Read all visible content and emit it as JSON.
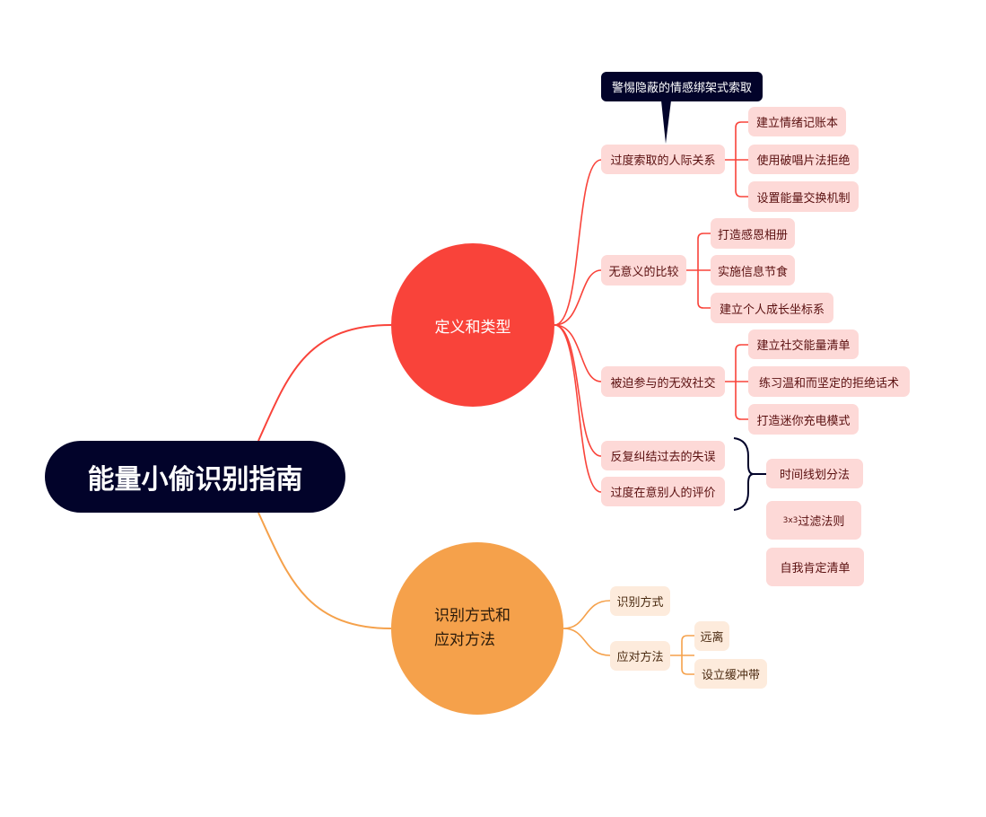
{
  "root": {
    "label": "能量小偷识别指南"
  },
  "branches": [
    {
      "label": "定义和类型",
      "color": "#f9433a",
      "children": [
        {
          "label": "过度索取的人际关系",
          "callout": "警惕隐蔽的情感绑架式索取",
          "children": [
            "建立情绪记账本",
            "使用破唱片法拒绝",
            "设置能量交换机制"
          ]
        },
        {
          "label": "无意义的比较",
          "children": [
            "打造感恩相册",
            "实施信息节食",
            "建立个人成长坐标系"
          ]
        },
        {
          "label": "被迫参与的无效社交",
          "children": [
            "建立社交能量清单",
            "练习温和而坚定的拒绝话术",
            "打造迷你充电模式"
          ]
        },
        {
          "label": "反复纠结过去的失误"
        },
        {
          "label": "过度在意别人的评价"
        }
      ],
      "summary": {
        "children": [
          {
            "prefix": "",
            "label": "时间线划分法"
          },
          {
            "prefix": "3x3",
            "label": "过滤法则"
          },
          {
            "prefix": "",
            "label": "自我肯定清单"
          }
        ]
      }
    },
    {
      "label_line1": "识别方式和",
      "label_line2": "应对方法",
      "color": "#f5a14b",
      "children": [
        {
          "label": "识别方式"
        },
        {
          "label": "应对方法",
          "children": [
            "远离",
            "设立缓冲带"
          ]
        }
      ]
    }
  ]
}
